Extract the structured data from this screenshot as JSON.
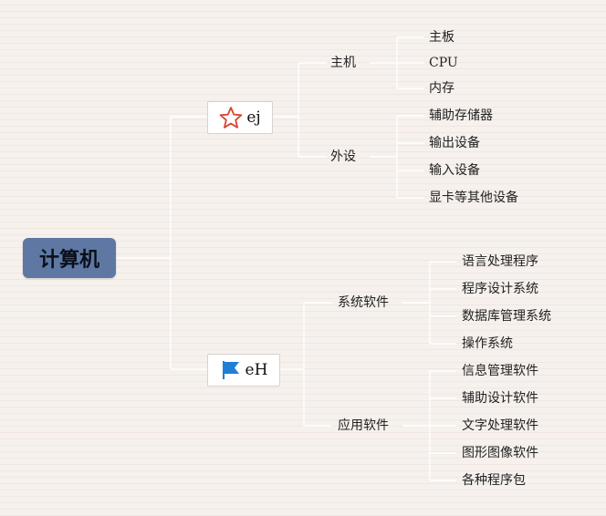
{
  "root": {
    "label": "计算机"
  },
  "branches": [
    {
      "label": "ej",
      "icon": "star-outline-icon",
      "icon_color": "#d9452f",
      "children": [
        {
          "label": "主机",
          "leaves": [
            "主板",
            "CPU",
            "内存"
          ]
        },
        {
          "label": "外设",
          "leaves": [
            "辅助存储器",
            "输出设备",
            "输入设备",
            "显卡等其他设备"
          ]
        }
      ]
    },
    {
      "label": "eH",
      "icon": "flag-icon",
      "icon_color": "#1f7fd6",
      "children": [
        {
          "label": "系统软件",
          "leaves": [
            "语言处理程序",
            "程序设计系统",
            "数据库管理系统",
            "操作系统"
          ]
        },
        {
          "label": "应用软件",
          "leaves": [
            "信息管理软件",
            "辅助设计软件",
            "文字处理软件",
            "图形图像软件",
            "各种程序包"
          ]
        }
      ]
    }
  ],
  "colors": {
    "background": "#f6f1ed",
    "root_fill": "#5e78a3",
    "connector": "#ffffff"
  }
}
